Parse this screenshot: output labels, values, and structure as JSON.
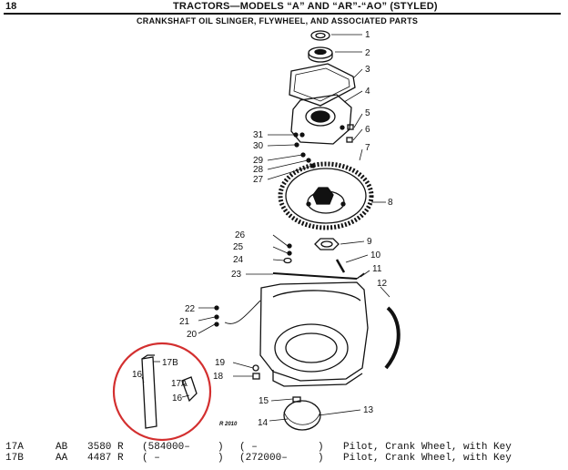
{
  "header": {
    "page_number": "18",
    "title": "TRACTORS—MODELS “A” AND “AR”-“AO” (STYLED)",
    "subtitle": "CRANKSHAFT OIL SLINGER, FLYWHEEL, AND ASSOCIATED PARTS"
  },
  "diagram": {
    "figure_id": "R 2010",
    "callouts": [
      "1",
      "2",
      "3",
      "4",
      "5",
      "6",
      "7",
      "8",
      "9",
      "10",
      "11",
      "12",
      "13",
      "14",
      "15",
      "16",
      "16",
      "17A",
      "17B",
      "18",
      "19",
      "20",
      "21",
      "22",
      "23",
      "24",
      "25",
      "26",
      "27",
      "28",
      "29",
      "30",
      "31"
    ],
    "highlight_color": "#d32f2f"
  },
  "parts_list": [
    {
      "item": "17A",
      "prefix": "AB",
      "number": "3580 R",
      "serial_a_start": "(584000–",
      "serial_a_end": ")",
      "serial_b_start": "(        –",
      "serial_b_end": ")",
      "description": "Pilot, Crank Wheel, with Key"
    },
    {
      "item": "17B",
      "prefix": "AA",
      "number": "4487 R",
      "serial_a_start": "(        –",
      "serial_a_end": ")",
      "serial_b_start": "(272000–",
      "serial_b_end": ")",
      "description": "Pilot, Crank Wheel, with Key"
    }
  ]
}
